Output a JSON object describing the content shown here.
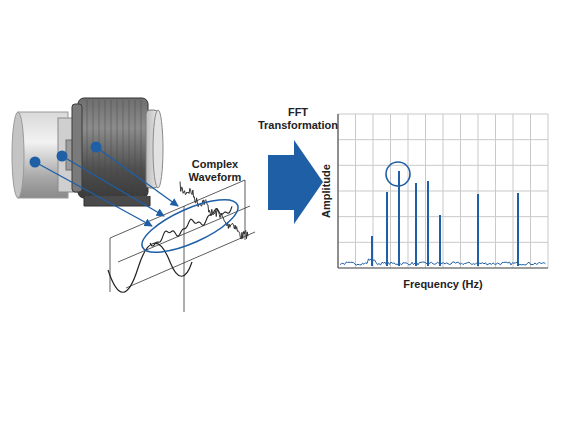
{
  "diagram": {
    "labels": [
      "Complex Waveform",
      "FFT Transformation",
      "Amplitude",
      "Frequency (Hz)"
    ]
  }
}
